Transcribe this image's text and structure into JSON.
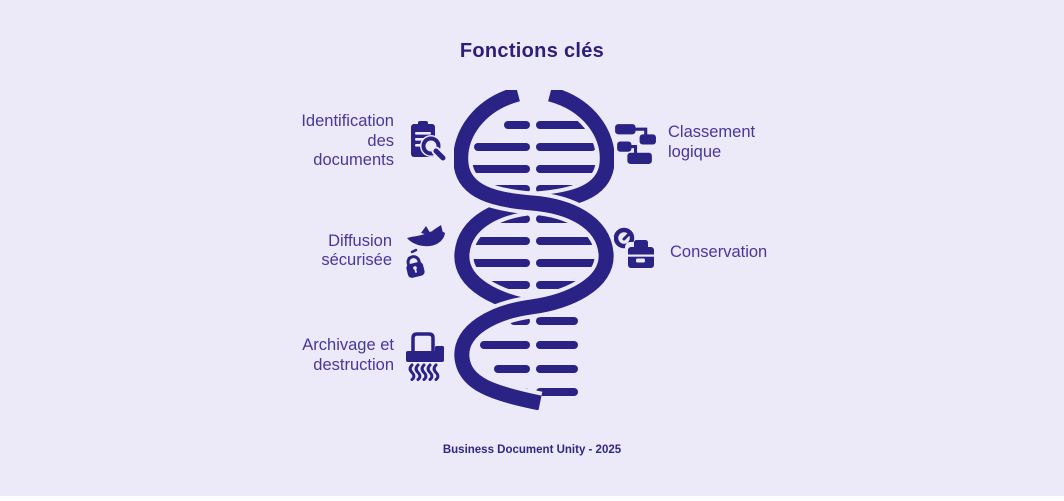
{
  "title": "Fonctions clés",
  "footer": "Business Document Unity - 2025",
  "colors": {
    "background": "#ECE9F9",
    "accent": "#2B2286",
    "text": "#45399B",
    "title": "#2B2077",
    "footer_color": "#2F2887",
    "bottom_strip": "#FFFFFF"
  },
  "center_graphic": "dna-double-helix",
  "features": [
    {
      "id": "identification",
      "side": "left",
      "icon": "clipboard-search-icon",
      "label": "Identification des documents",
      "lines": [
        "Identification",
        "des",
        "documents"
      ]
    },
    {
      "id": "classement",
      "side": "right",
      "icon": "hierarchy-icon",
      "label": "Classement logique",
      "lines": [
        "Classement",
        "logique"
      ]
    },
    {
      "id": "diffusion",
      "side": "left",
      "icon": "dove-lock-icon",
      "label": "Diffusion sécurisée",
      "lines": [
        "Diffusion",
        "sécurisée"
      ]
    },
    {
      "id": "conservation",
      "side": "right",
      "icon": "clock-briefcase-icon",
      "label": "Conservation",
      "lines": [
        "Conservation"
      ]
    },
    {
      "id": "archivage",
      "side": "left",
      "icon": "shredder-icon",
      "label": "Archivage et destruction",
      "lines": [
        "Archivage et",
        "destruction"
      ]
    }
  ]
}
